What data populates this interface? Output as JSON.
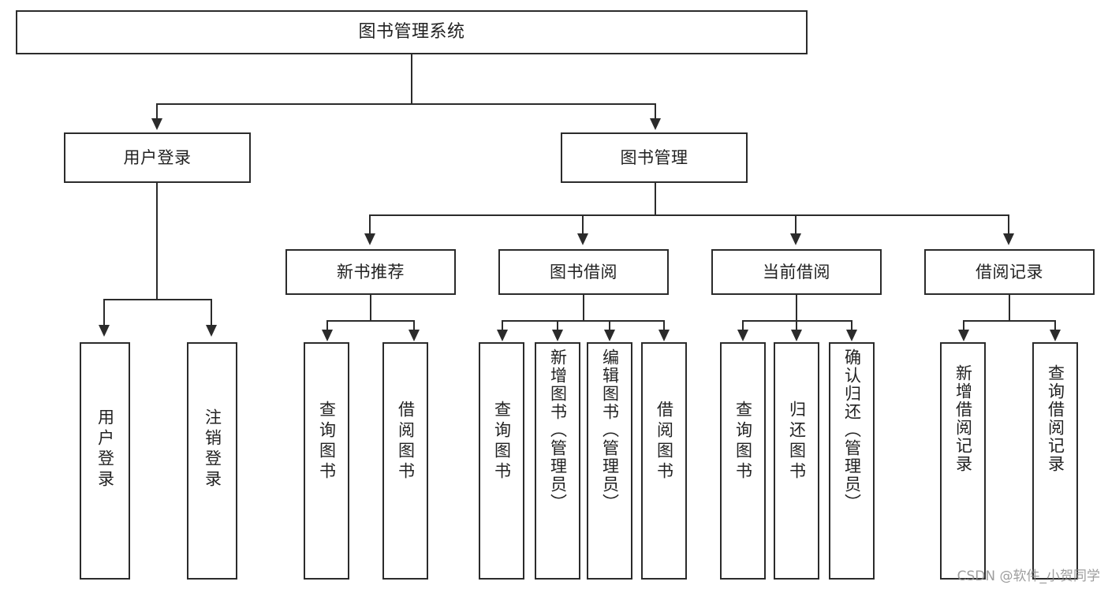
{
  "diagram": {
    "type": "tree-hierarchy",
    "title": "图书管理系统",
    "root": {
      "id": "root",
      "label": "图书管理系统"
    },
    "level2": [
      {
        "id": "user-login",
        "label": "用户登录"
      },
      {
        "id": "book-manage",
        "label": "图书管理"
      }
    ],
    "level3": [
      {
        "id": "new-book-recommend",
        "label": "新书推荐",
        "parent": "book-manage"
      },
      {
        "id": "book-borrow",
        "label": "图书借阅",
        "parent": "book-manage"
      },
      {
        "id": "current-borrow",
        "label": "当前借阅",
        "parent": "book-manage"
      },
      {
        "id": "borrow-record",
        "label": "借阅记录",
        "parent": "book-manage"
      }
    ],
    "leaves": [
      {
        "id": "leaf-user-login",
        "label": "用户登录",
        "parent": "user-login"
      },
      {
        "id": "leaf-user-logout",
        "label": "注销登录",
        "parent": "user-login"
      },
      {
        "id": "leaf-query-book-1",
        "label": "查询图书",
        "parent": "new-book-recommend"
      },
      {
        "id": "leaf-borrow-book-1",
        "label": "借阅图书",
        "parent": "new-book-recommend"
      },
      {
        "id": "leaf-query-book-2",
        "label": "查询图书",
        "parent": "book-borrow"
      },
      {
        "id": "leaf-add-book",
        "label": "新增图书（管理员）",
        "parent": "book-borrow"
      },
      {
        "id": "leaf-edit-book",
        "label": "编辑图书（管理员）",
        "parent": "book-borrow"
      },
      {
        "id": "leaf-borrow-book-2",
        "label": "借阅图书",
        "parent": "book-borrow"
      },
      {
        "id": "leaf-query-book-3",
        "label": "查询图书",
        "parent": "current-borrow"
      },
      {
        "id": "leaf-return-book",
        "label": "归还图书",
        "parent": "current-borrow"
      },
      {
        "id": "leaf-confirm-return",
        "label": "确认归还（管理员）",
        "parent": "current-borrow"
      },
      {
        "id": "leaf-add-record",
        "label": "新增借阅记录",
        "parent": "borrow-record"
      },
      {
        "id": "leaf-query-record",
        "label": "查询借阅记录",
        "parent": "borrow-record"
      }
    ]
  },
  "watermark": {
    "text": "CSDN @软件_小贺同学"
  },
  "colors": {
    "stroke": "#2b2b2b",
    "text": "#222222",
    "background": "#ffffff",
    "watermark": "#8d8d8d"
  }
}
